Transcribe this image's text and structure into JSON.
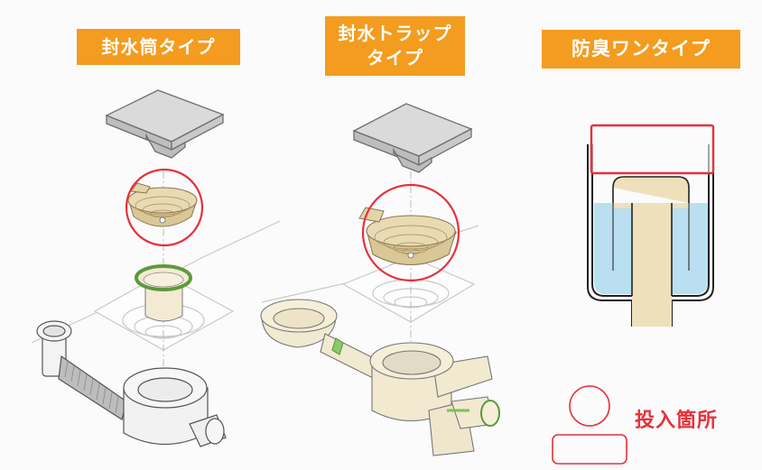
{
  "labels": {
    "left": "封水筒タイプ",
    "middle": "封水トラップ\nタイプ",
    "right": "防臭ワンタイプ"
  },
  "legend": {
    "text": "投入箇所"
  },
  "colors": {
    "label_bg": "#f39c1f",
    "label_text": "#ffffff",
    "highlight_red": "#e8303a",
    "cover_gray": "#cfcfcf",
    "basket_beige": "#d8c79a",
    "part_cream": "#f3ecd6",
    "seal_green": "#7fbf5a",
    "water_blue": "#b9dff0",
    "plug_beige": "#ede0bb"
  },
  "diagrams": [
    {
      "id": "sealing-cylinder-type",
      "parts": [
        "cover",
        "basket",
        "sealing-cylinder",
        "drain-body"
      ]
    },
    {
      "id": "sealing-trap-type",
      "parts": [
        "cover",
        "basket",
        "trap-drain-body"
      ]
    },
    {
      "id": "odor-proof-one-type",
      "parts": [
        "cross-section"
      ]
    }
  ]
}
